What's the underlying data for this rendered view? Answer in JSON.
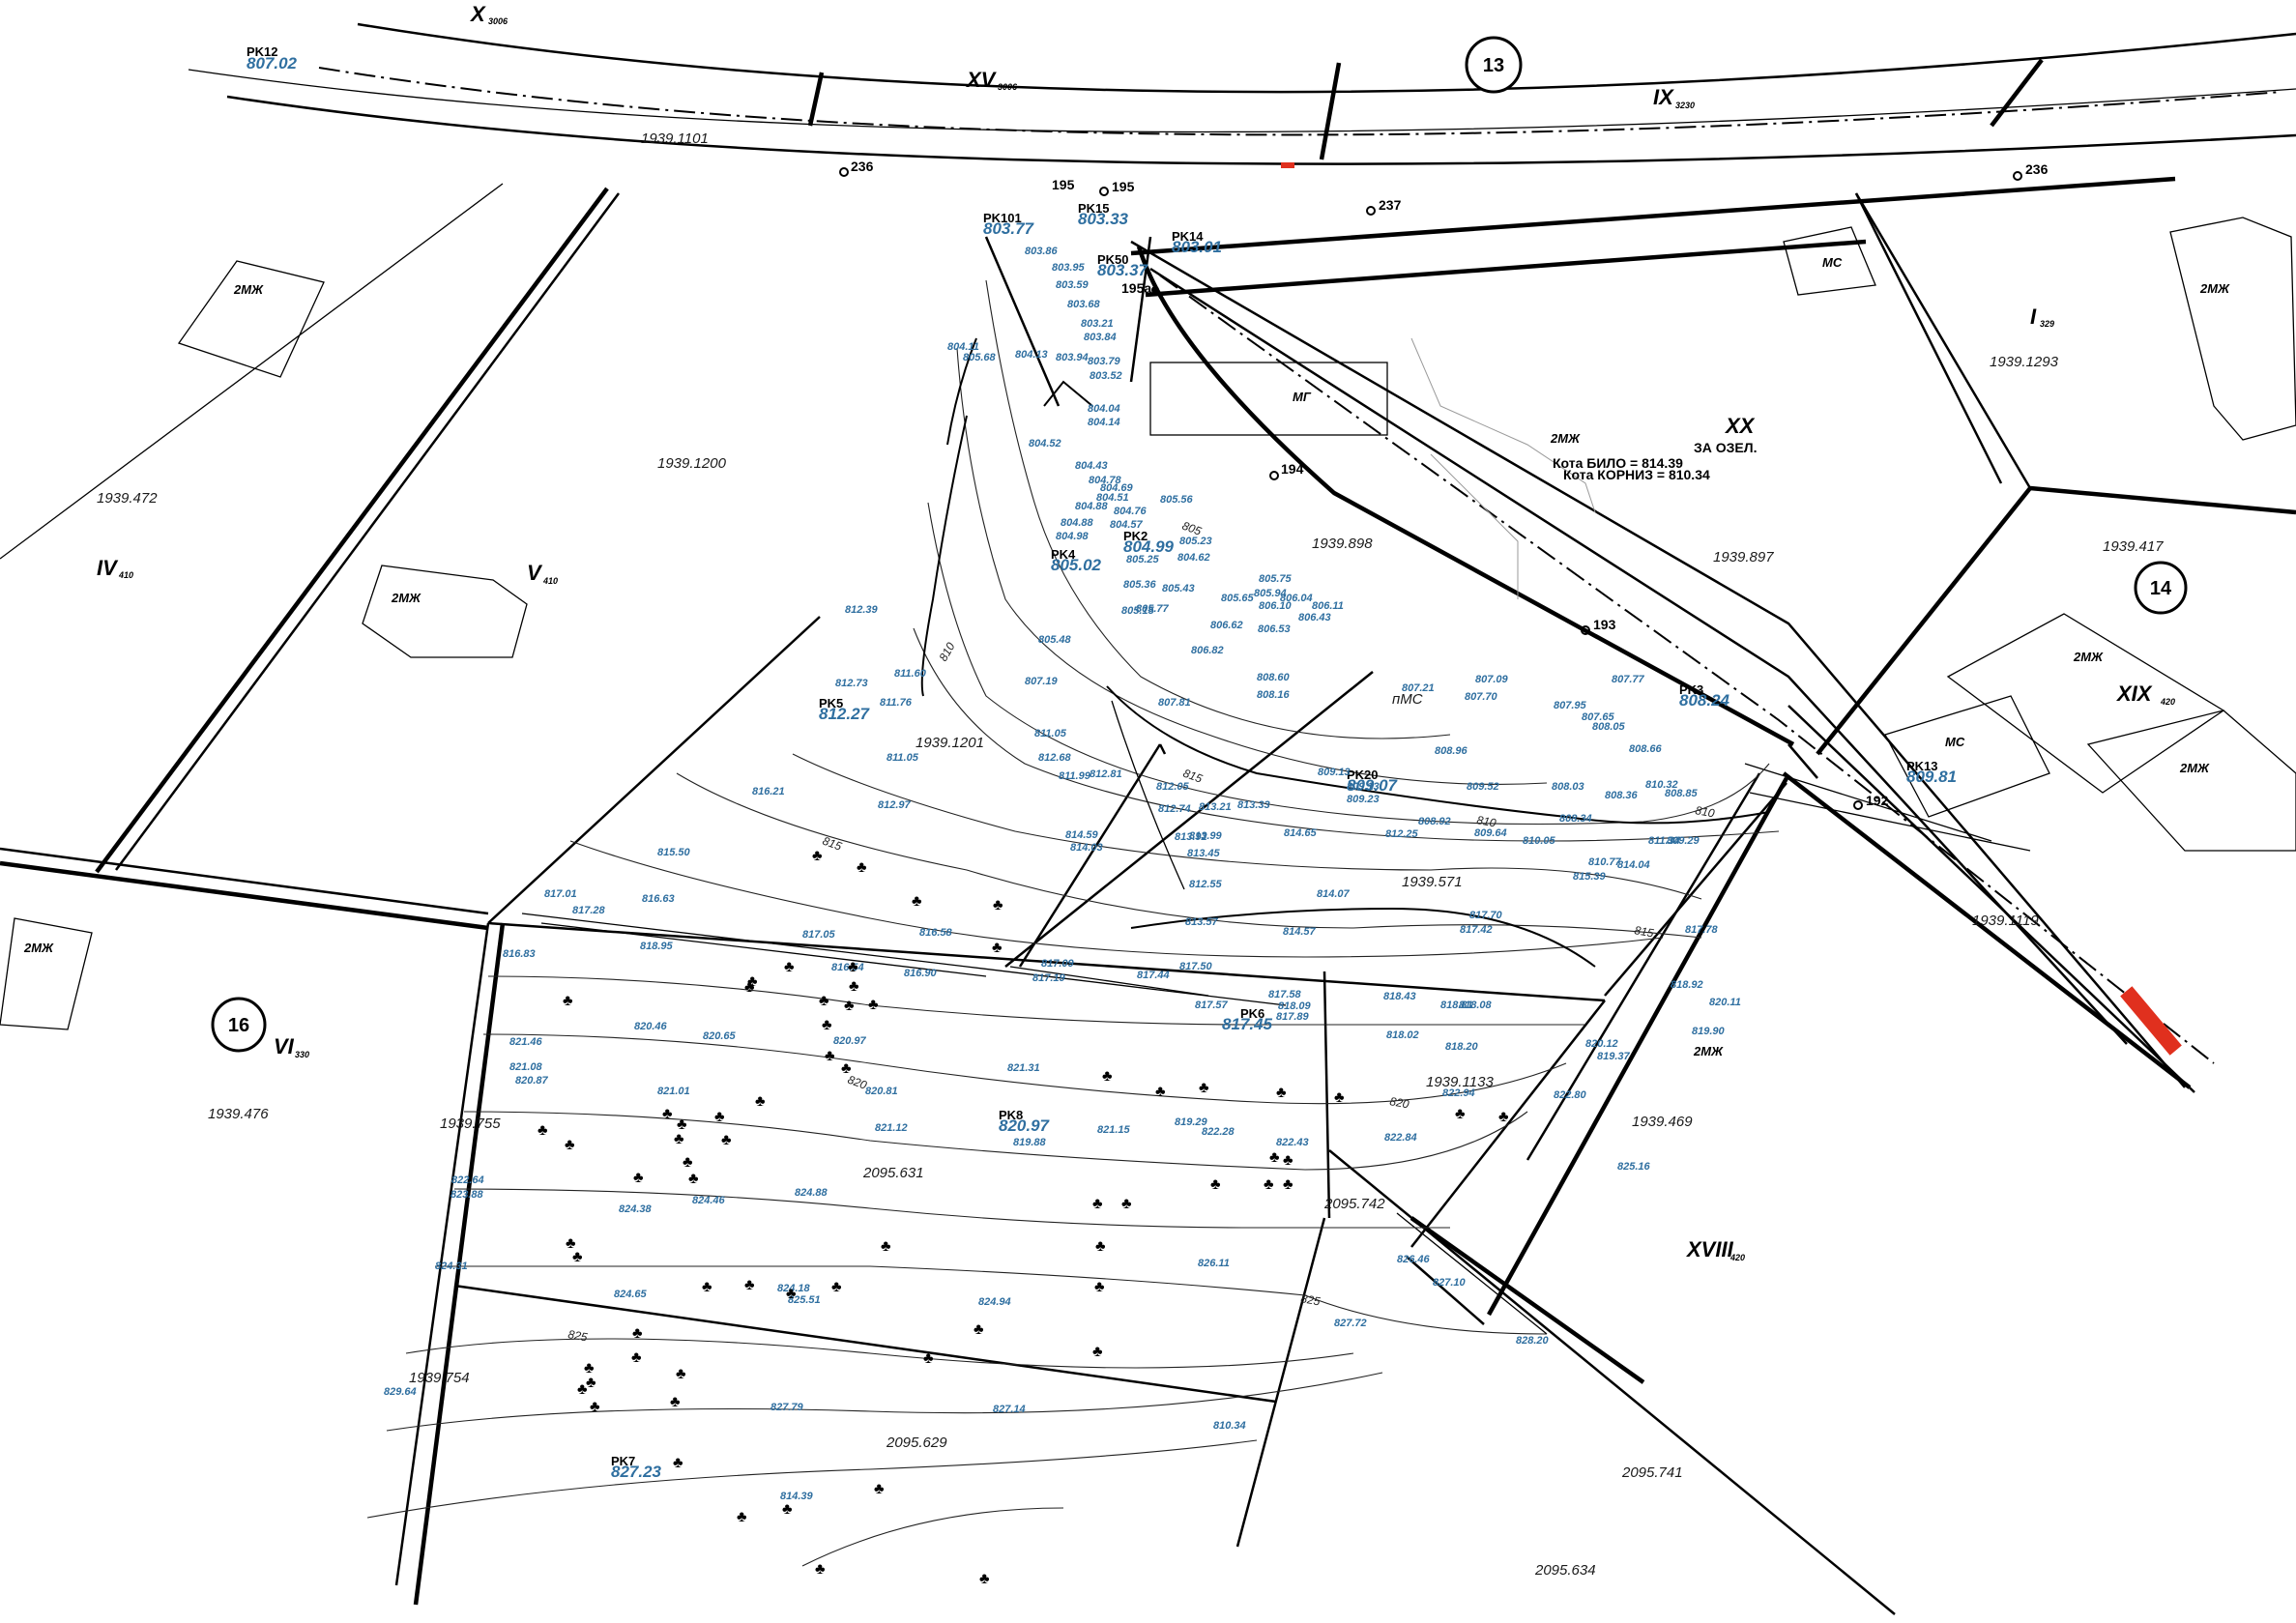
{
  "block_numbers": [
    "13",
    "14",
    "16"
  ],
  "roman_labels": [
    {
      "main": "X",
      "sub": "3006"
    },
    {
      "main": "XV",
      "sub": "3006"
    },
    {
      "main": "IX",
      "sub": "3230"
    },
    {
      "main": "I",
      "sub": "329"
    },
    {
      "main": "IV",
      "sub": "410"
    },
    {
      "main": "V",
      "sub": "410"
    },
    {
      "main": "XX",
      "sub": ""
    },
    {
      "main": "XIX",
      "sub": "420"
    },
    {
      "main": "VI",
      "sub": "330"
    },
    {
      "main": "XVIII",
      "sub": "420"
    }
  ],
  "parcel_ids": [
    "1939.1101",
    "1939.1200",
    "1939.472",
    "1939.1293",
    "1939.898",
    "1939.897",
    "1939.417",
    "1939.1201",
    "1939.571",
    "1939.1119",
    "1939.1133",
    "1939.755",
    "1939.476",
    "1939.469",
    "2095.631",
    "2095.742",
    "1939.754",
    "2095.629",
    "2095.741",
    "2095.634"
  ],
  "building_labels": [
    "2МЖ",
    "2МЖ",
    "2МЖ",
    "МГ",
    "2МЖ",
    "МС",
    "2МЖ",
    "МС",
    "2МЖ",
    "2МЖ",
    "2МЖ",
    "пМС"
  ],
  "notes": {
    "xx_purpose": "ЗА ОЗЕЛ.",
    "kota_bilo": "Кота БИЛО = 814.39",
    "kota_korniz": "Кота КОРНИЗ = 810.34"
  },
  "stations": [
    "236",
    "195",
    "195",
    "237",
    "236",
    "195а",
    "194",
    "193",
    "192"
  ],
  "survey_points": [
    {
      "name": "PK12",
      "value": "807.02"
    },
    {
      "name": "PK101",
      "value": "803.77"
    },
    {
      "name": "PK15",
      "value": "803.33"
    },
    {
      "name": "PK50",
      "value": "803.37"
    },
    {
      "name": "PK14",
      "value": "803.01"
    },
    {
      "name": "PK2",
      "value": "804.99"
    },
    {
      "name": "PK4",
      "value": "805.02"
    },
    {
      "name": "PK5",
      "value": "812.27"
    },
    {
      "name": "PK20",
      "value": "809.07"
    },
    {
      "name": "PK3",
      "value": "808.24"
    },
    {
      "name": "PK13",
      "value": "809.81"
    },
    {
      "name": "PK6",
      "value": "817.45"
    },
    {
      "name": "PK8",
      "value": "820.97"
    },
    {
      "name": "PK7",
      "value": "827.23"
    }
  ],
  "elevations": [
    "803.86",
    "803.95",
    "803.59",
    "803.68",
    "803.21",
    "803.84",
    "803.79",
    "803.52",
    "804.11",
    "805.68",
    "804.13",
    "803.94",
    "804.04",
    "804.14",
    "804.52",
    "804.43",
    "804.78",
    "804.69",
    "804.51",
    "804.88",
    "804.76",
    "804.57",
    "804.88",
    "804.98",
    "805.23",
    "805.25",
    "804.62",
    "805.56",
    "805.36",
    "805.15",
    "805.77",
    "805.43",
    "805.65",
    "805.75",
    "805.94",
    "806.10",
    "806.04",
    "806.11",
    "806.43",
    "806.53",
    "806.62",
    "805.48",
    "806.82",
    "807.19",
    "807.81",
    "808.60",
    "808.16",
    "807.21",
    "807.09",
    "807.70",
    "807.77",
    "807.65",
    "807.95",
    "808.05",
    "808.96",
    "809.13",
    "809.13",
    "809.23",
    "809.52",
    "808.92",
    "808.03",
    "808.36",
    "808.34",
    "808.66",
    "808.85",
    "810.32",
    "810.05",
    "809.29",
    "809.64",
    "810.77",
    "811.34",
    "812.25",
    "812.39",
    "811.60",
    "812.73",
    "811.76",
    "811.05",
    "811.05",
    "812.68",
    "811.99",
    "812.81",
    "812.05",
    "812.74",
    "813.21",
    "813.33",
    "813.99",
    "813.92",
    "814.59",
    "814.03",
    "813.45",
    "812.55",
    "816.21",
    "812.97",
    "815.39",
    "814.04",
    "815.50",
    "814.65",
    "814.07",
    "813.57",
    "814.57",
    "817.70",
    "817.42",
    "817.78",
    "817.01",
    "816.63",
    "818.95",
    "817.28",
    "817.05",
    "816.58",
    "816.83",
    "816.54",
    "816.90",
    "817.09",
    "817.19",
    "817.44",
    "817.50",
    "817.57",
    "817.58",
    "817.89",
    "818.09",
    "818.43",
    "818.81",
    "818.08",
    "818.02",
    "818.20",
    "818.92",
    "820.11",
    "819.90",
    "820.12",
    "819.37",
    "820.46",
    "820.65",
    "820.97",
    "820.81",
    "821.31",
    "821.46",
    "821.08",
    "820.87",
    "821.01",
    "821.12",
    "819.88",
    "821.15",
    "819.29",
    "822.28",
    "822.43",
    "822.94",
    "822.84",
    "822.80",
    "822.64",
    "823.88",
    "824.38",
    "824.46",
    "824.88",
    "825.16",
    "824.31",
    "824.65",
    "824.18",
    "825.51",
    "824.94",
    "826.11",
    "826.46",
    "827.10",
    "827.72",
    "828.20",
    "829.64",
    "827.79",
    "827.14",
    "810.34",
    "814.39"
  ],
  "contour_labels": [
    "805",
    "810",
    "815",
    "815",
    "815",
    "810",
    "810",
    "820",
    "820",
    "825",
    "825"
  ],
  "colors": {
    "elevation_text": "#2f6fa0",
    "marker_red": "#e0301e",
    "lines": "#000000"
  }
}
